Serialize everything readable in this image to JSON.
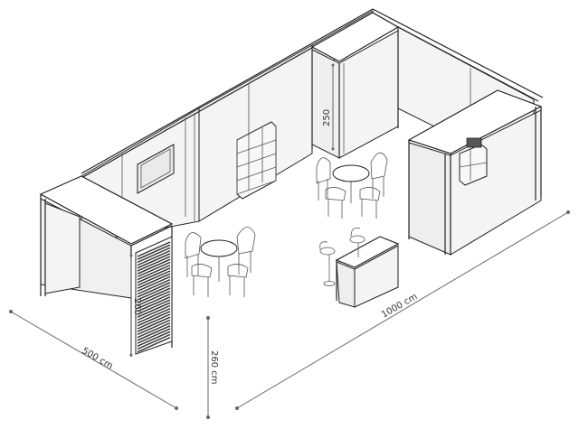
{
  "dimensions": {
    "width_label": "1000 cm",
    "depth_label": "500 cm",
    "height_label": "260 cm",
    "pillar_height_label": "260",
    "storage_height_label": "250"
  },
  "colors": {
    "line": "#222222",
    "dimension_line": "#666666",
    "wall_fill": "#f4f4f4",
    "background": "#ffffff"
  }
}
